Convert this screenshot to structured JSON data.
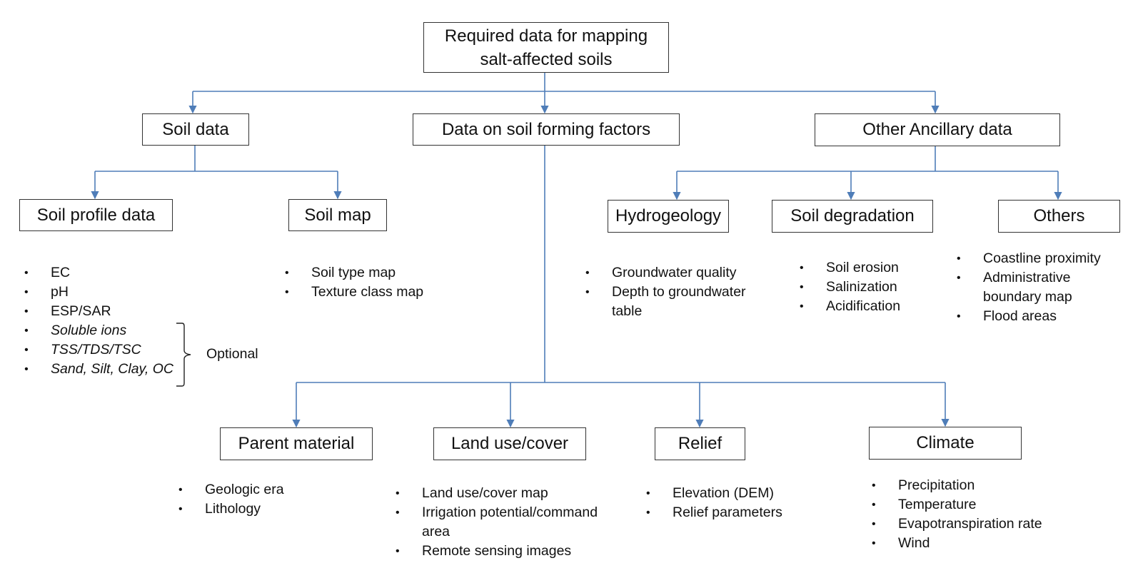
{
  "diagram": {
    "root": {
      "line1": "Required data for mapping",
      "line2": "salt-affected soils"
    },
    "branches": {
      "soil_data": {
        "label": "Soil data",
        "children": {
          "soil_profile": {
            "label": "Soil profile data",
            "items": [
              "EC",
              "pH",
              "ESP/SAR",
              "Soluble ions",
              "TSS/TDS/TSC",
              "Sand, Silt, Clay, OC"
            ],
            "optional_items": [
              "Soluble ions",
              "TSS/TDS/TSC",
              "Sand, Silt, Clay, OC"
            ],
            "optional_label": "Optional"
          },
          "soil_map": {
            "label": "Soil map",
            "items": [
              "Soil type map",
              "Texture class map"
            ]
          }
        }
      },
      "soil_forming_factors": {
        "label": "Data on soil forming factors",
        "children": {
          "parent_material": {
            "label": "Parent material",
            "items": [
              "Geologic era",
              "Lithology"
            ]
          },
          "land_use": {
            "label": "Land use/cover",
            "items": [
              {
                "line1": "Land use/cover map"
              },
              {
                "line1": "Irrigation potential/command",
                "line2": "area"
              },
              {
                "line1": "Remote sensing images"
              }
            ]
          },
          "relief": {
            "label": "Relief",
            "items": [
              "Elevation (DEM)",
              "Relief parameters"
            ]
          },
          "climate": {
            "label": "Climate",
            "items": [
              "Precipitation",
              "Temperature",
              "Evapotranspiration rate",
              "Wind"
            ]
          }
        }
      },
      "other_ancillary": {
        "label": "Other Ancillary data",
        "children": {
          "hydrogeology": {
            "label": "Hydrogeology",
            "items": [
              {
                "line1": "Groundwater quality"
              },
              {
                "line1": "Depth to groundwater",
                "line2": "table"
              }
            ]
          },
          "soil_degradation": {
            "label": "Soil degradation",
            "items": [
              "Soil erosion",
              "Salinization",
              "Acidification"
            ]
          },
          "others": {
            "label": "Others",
            "items": [
              {
                "line1": "Coastline proximity"
              },
              {
                "line1": "Administrative",
                "line2": "boundary map"
              },
              {
                "line1": "Flood areas"
              }
            ]
          }
        }
      }
    },
    "colors": {
      "connector": "#4f7db8",
      "box_border": "#333333",
      "text": "#111111"
    }
  }
}
